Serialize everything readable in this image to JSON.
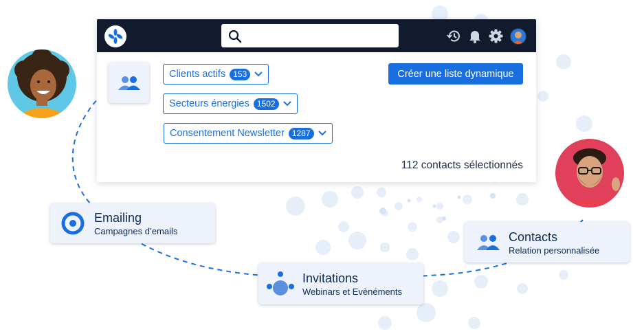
{
  "topbar": {
    "logo_icon": "x-star-logo",
    "search": {
      "value": "",
      "placeholder": ""
    },
    "icons": [
      "history-icon",
      "bell-icon",
      "gear-icon",
      "user-avatar"
    ]
  },
  "panel": {
    "filters": [
      {
        "label": "Clients actifs",
        "count": "153"
      },
      {
        "label": "Secteurs énergies",
        "count": "1502"
      },
      {
        "label": "Consentement Newsletter",
        "count": "1287"
      }
    ],
    "cta_label": "Créer une liste dynamique",
    "selected_count": "112 contacts sélectionnés"
  },
  "features": {
    "emailing": {
      "title": "Emailing",
      "subtitle": "Campagnes d’emails"
    },
    "invitations": {
      "title": "Invitations",
      "subtitle": "Webinars et Evènéments"
    },
    "contacts": {
      "title": "Contacts",
      "subtitle": "Relation personnalisée"
    }
  },
  "colors": {
    "accent": "#1a6fe0",
    "topbar": "#121b2e",
    "card_bg": "#eef3fb",
    "text_dark": "#0b2a57"
  }
}
